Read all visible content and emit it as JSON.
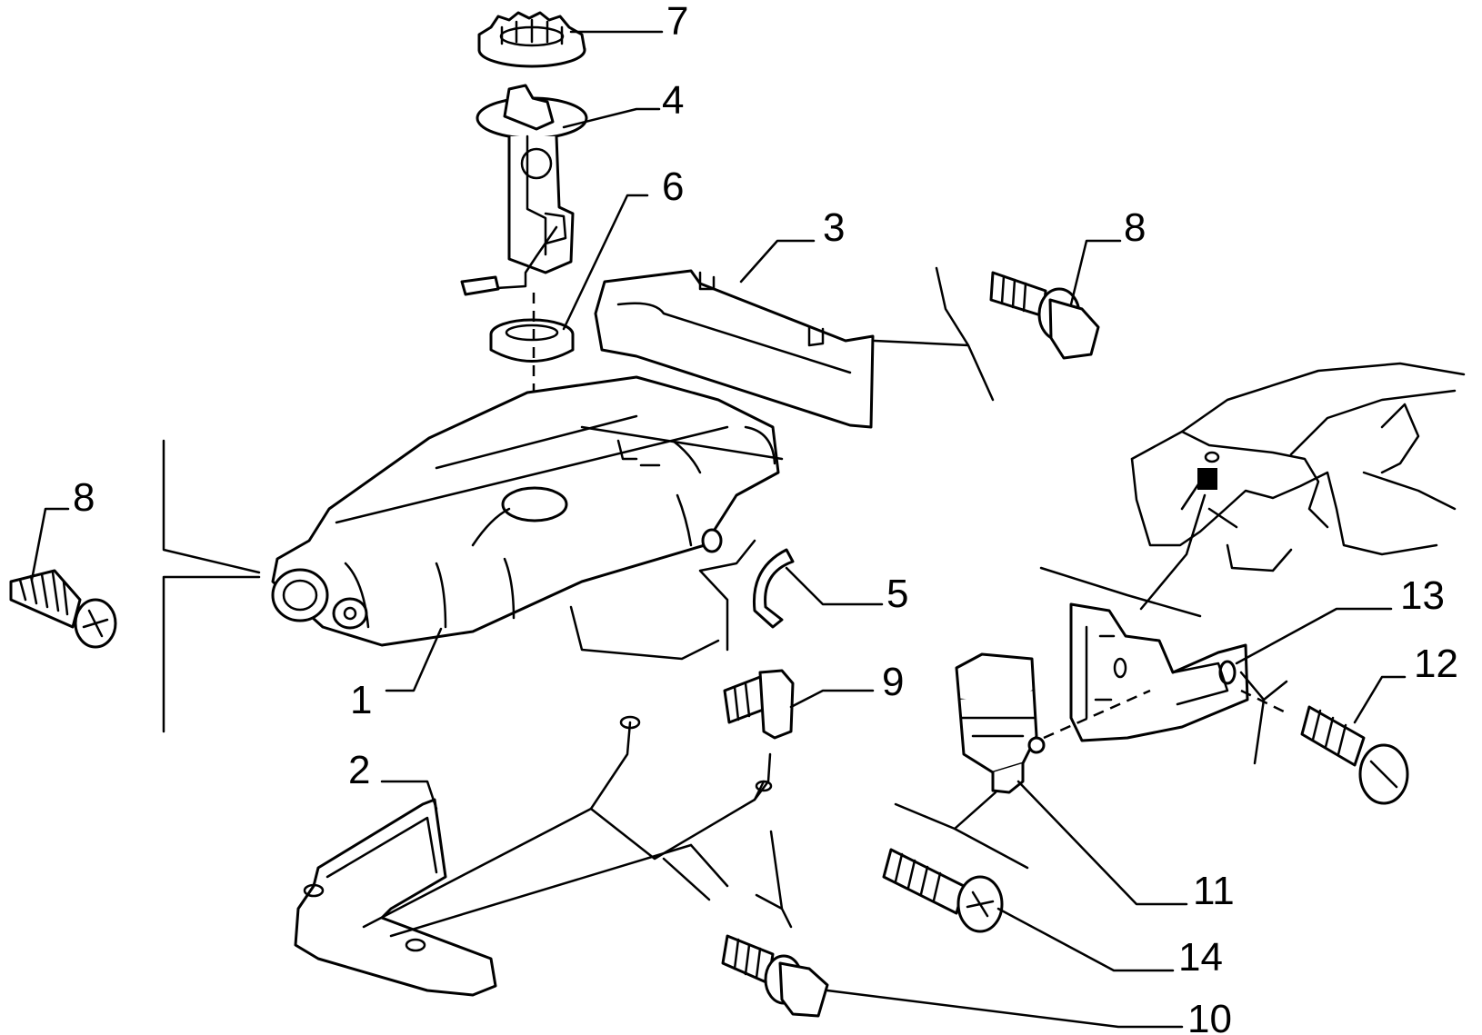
{
  "diagram": {
    "callouts": [
      {
        "id": "c7",
        "label": "7"
      },
      {
        "id": "c4",
        "label": "4"
      },
      {
        "id": "c6",
        "label": "6"
      },
      {
        "id": "c3",
        "label": "3"
      },
      {
        "id": "c8a",
        "label": "8"
      },
      {
        "id": "c8b",
        "label": "8"
      },
      {
        "id": "c5",
        "label": "5"
      },
      {
        "id": "c13",
        "label": "13"
      },
      {
        "id": "c12",
        "label": "12"
      },
      {
        "id": "c9",
        "label": "9"
      },
      {
        "id": "c1",
        "label": "1"
      },
      {
        "id": "c2",
        "label": "2"
      },
      {
        "id": "c11",
        "label": "11"
      },
      {
        "id": "c14",
        "label": "14"
      },
      {
        "id": "c10",
        "label": "10"
      }
    ]
  }
}
